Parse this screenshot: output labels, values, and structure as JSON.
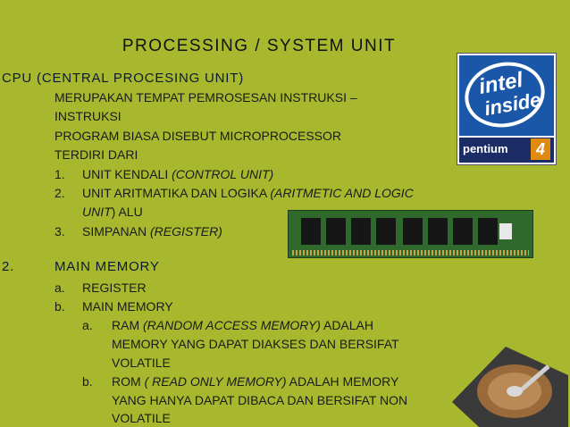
{
  "title": "PROCESSING / SYSTEM UNIT",
  "cpu": {
    "heading": "CPU (CENTRAL PROCESING UNIT)",
    "line1": "MERUPAKAN TEMPAT PEMROSESAN INSTRUKSI –",
    "line2": "INSTRUKSI",
    "line3": "PROGRAM BIASA DISEBUT MICROPROCESSOR",
    "line4": "TERDIRI DARI",
    "items": [
      {
        "num": "1.",
        "text": "UNIT KENDALI ",
        "italic": "(CONTROL UNIT)"
      },
      {
        "num": "2.",
        "text": "UNIT ARITMATIKA DAN LOGIKA ",
        "italic": "(ARITMETIC AND LOGIC"
      },
      {
        "num": "3.",
        "text": "SIMPANAN ",
        "italic": "(REGISTER)"
      }
    ],
    "item2_cont_italic": "UNIT",
    "item2_cont_text": ") ALU"
  },
  "memory": {
    "num": "2.",
    "heading": "MAIN MEMORY",
    "a_num": "a.",
    "a_text": "REGISTER",
    "b_num": "b.",
    "b_text": "MAIN MEMORY",
    "ram": {
      "num": "a.",
      "text": "RAM ",
      "italic": "(RANDOM ACCESS MEMORY)",
      "rest": " ADALAH",
      "line2": "MEMORY YANG DAPAT DIAKSES  DAN BERSIFAT",
      "line3": "VOLATILE"
    },
    "rom": {
      "num": "b.",
      "text": "ROM ",
      "italic": "( READ ONLY MEMORY)",
      "rest": "  ADALAH MEMORY",
      "line2": "YANG HANYA DAPAT DIBACA DAN BERSIFAT NON",
      "line3": "VOLATILE"
    }
  },
  "logo": {
    "word1": "intel",
    "word2": "inside",
    "brand": "pentium",
    "version": "4"
  },
  "icons": [
    "intel-pentium-logo",
    "ram-module-image",
    "hard-disk-image"
  ]
}
